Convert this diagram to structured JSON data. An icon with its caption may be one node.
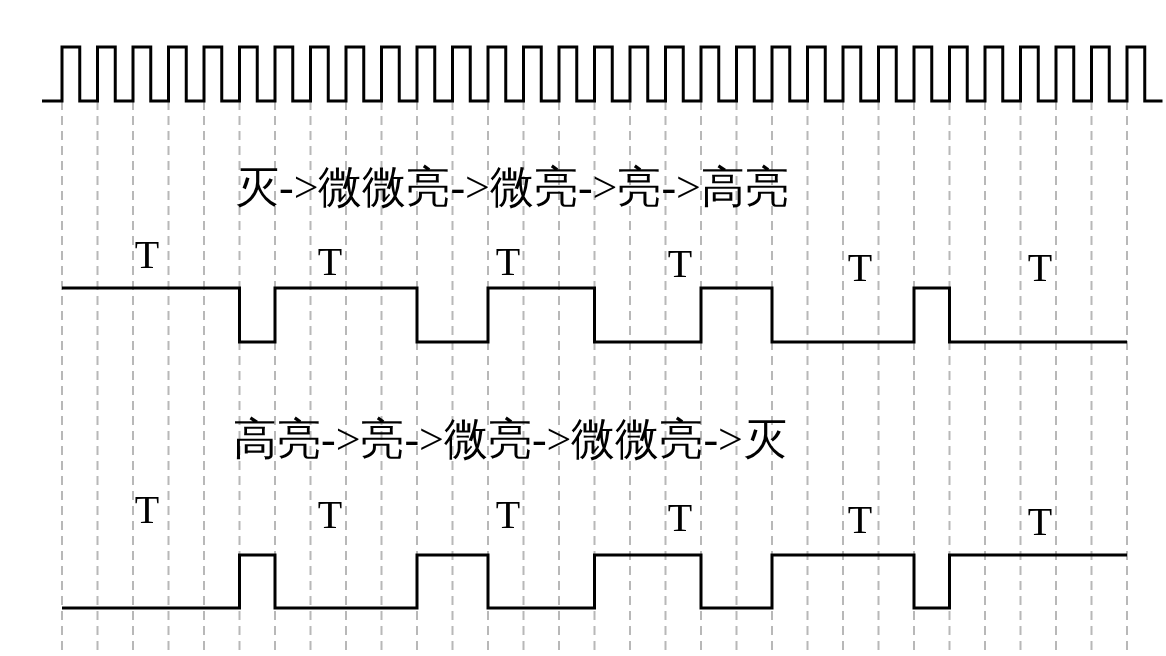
{
  "diagram": {
    "labels": [
      "灭->微微亮->微亮->亮->高亮",
      "T",
      "T",
      "T",
      "T",
      "T",
      "T",
      "高亮->亮->微亮->微微亮->灭",
      "T",
      "T",
      "T",
      "T",
      "T",
      "T"
    ]
  }
}
